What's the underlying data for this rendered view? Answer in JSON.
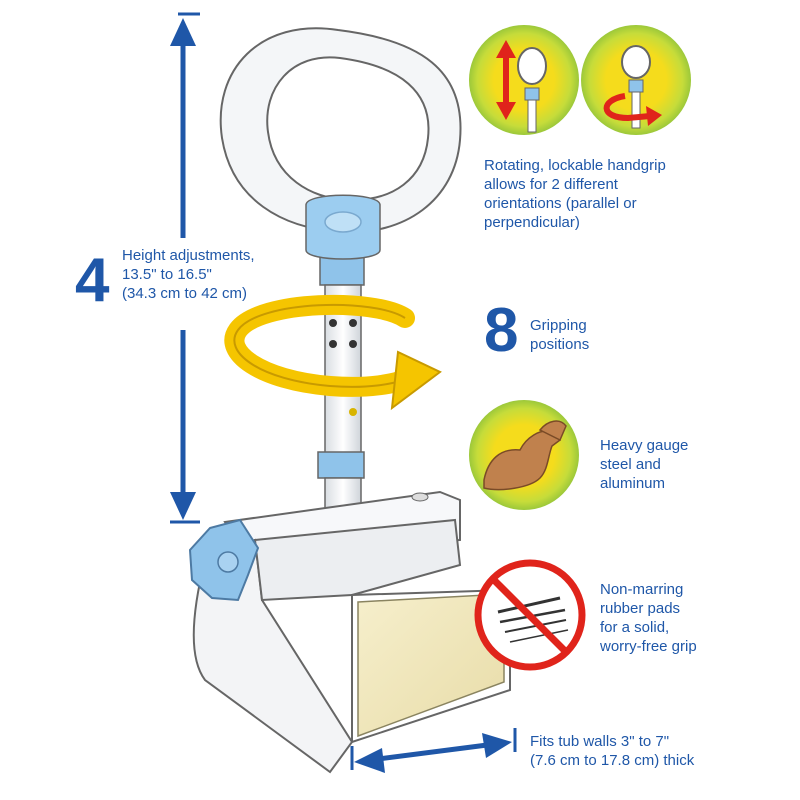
{
  "colors": {
    "text_blue": "#1f57a8",
    "arrow_blue": "#1f57a8",
    "accent_light_blue": "#8fc3ea",
    "swirl_yellow": "#f5c500",
    "badge_yellow": "#f2d200",
    "badge_green": "#a7d43a",
    "prohibit_red": "#e0241b",
    "frame_white": "#f7f8fa",
    "outline_grey": "#6b6b6b",
    "pad_cream": "#f1e9c0"
  },
  "height_label": {
    "number": "4",
    "lines": [
      "Height adjustments,",
      "13.5\" to 16.5\"",
      "(34.3 cm to 42 cm)"
    ]
  },
  "rotating_label": {
    "lines": [
      "Rotating, lockable handgrip",
      "allows for 2 different",
      "orientations (parallel or",
      "perpendicular)"
    ]
  },
  "gripping_label": {
    "number": "8",
    "lines": [
      "Gripping",
      "positions"
    ]
  },
  "steel_label": {
    "lines": [
      "Heavy gauge",
      "steel and",
      "aluminum"
    ]
  },
  "pads_label": {
    "lines": [
      "Non-marring",
      "rubber pads",
      "for a solid,",
      "worry-free grip"
    ]
  },
  "tub_label": {
    "lines": [
      "Fits tub walls 3\" to 7\"",
      "(7.6 cm to 17.8 cm) thick"
    ]
  },
  "icons": [
    "height-arrow-icon",
    "rotate-arrow-icon",
    "orientation-vertical-icon",
    "orientation-rotate-icon",
    "muscle-arm-icon",
    "no-scratch-icon",
    "width-arrow-icon"
  ]
}
